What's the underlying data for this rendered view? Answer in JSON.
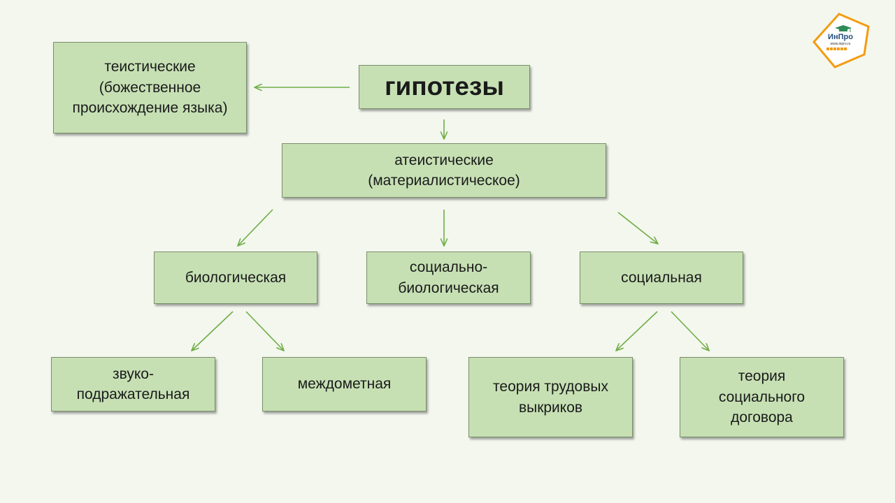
{
  "diagram": {
    "root": "гипотезы",
    "theistic": "теистические\n(божественное\nпроисхождение языка)",
    "atheistic": "атеистические\n(материалистическое)",
    "biological": "биологическая",
    "social_biological": "социально-\nбиологическая",
    "social": "социальная",
    "onomatopoeic": "звуко-\nподражательная",
    "interjectional": "междометная",
    "labor_cries": "теория трудовых\nвыкриков",
    "social_contract": "теория\nсоциального\nдоговора"
  },
  "logo": {
    "name": "ИнПро",
    "url": "www.inpro.ru"
  },
  "colors": {
    "box_fill": "#c6e0b4",
    "arrow": "#70ad47",
    "logo_orange": "#f39c12"
  }
}
